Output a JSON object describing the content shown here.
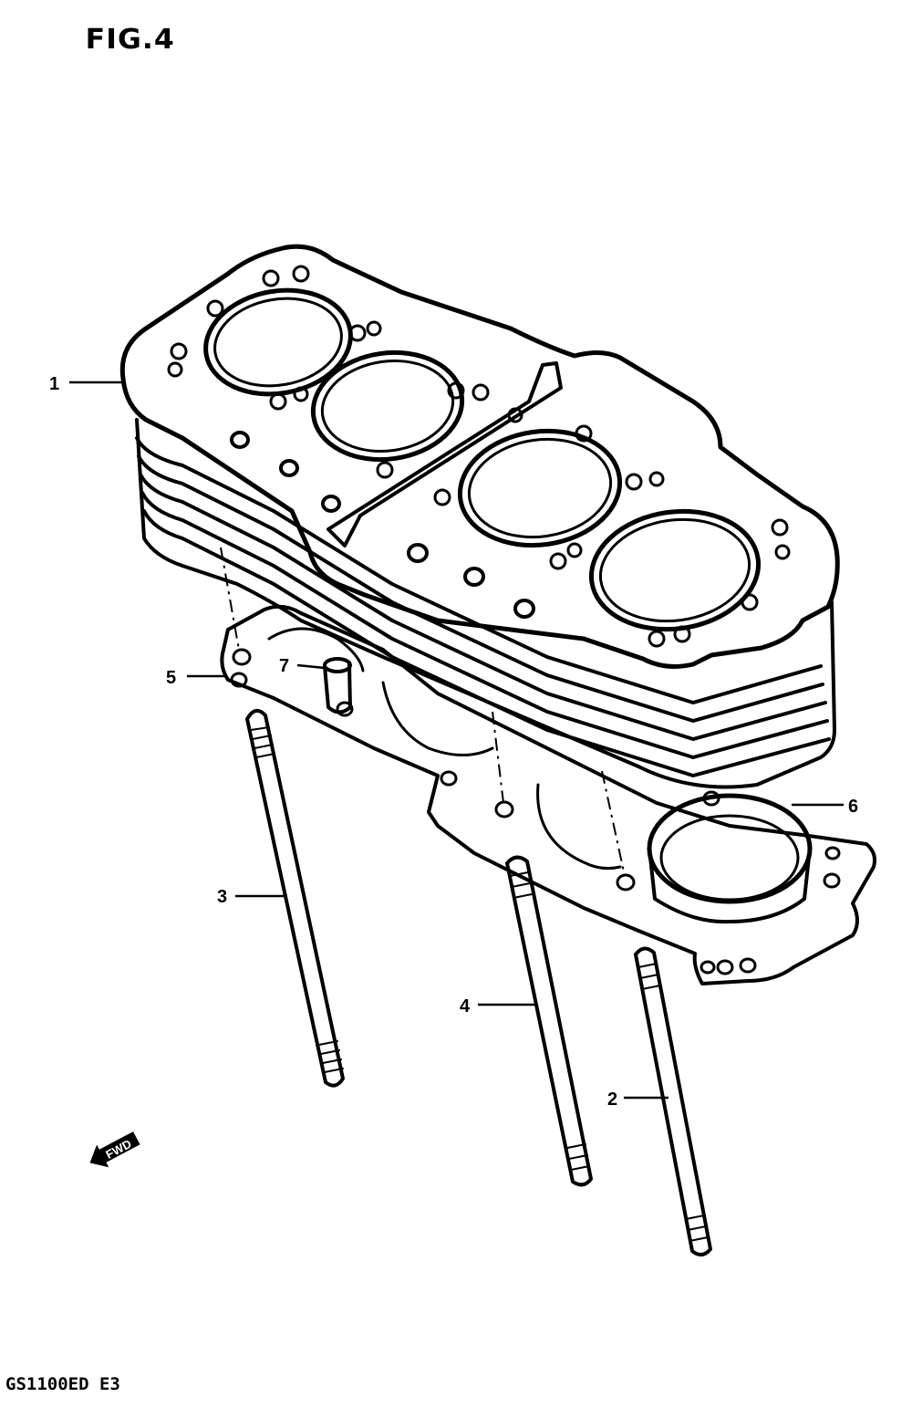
{
  "figure": {
    "title": "FIG.4"
  },
  "model": {
    "code": "GS1100ED  E3"
  },
  "callouts": [
    {
      "number": "1",
      "part": "cylinder-block"
    },
    {
      "number": "2",
      "part": "stud-long-right"
    },
    {
      "number": "3",
      "part": "stud-left"
    },
    {
      "number": "4",
      "part": "stud-middle"
    },
    {
      "number": "5",
      "part": "cylinder-base-gasket"
    },
    {
      "number": "6",
      "part": "o-ring"
    },
    {
      "number": "7",
      "part": "dowel-pin"
    }
  ],
  "direction_marker": {
    "label": "FWD",
    "icon": "fwd-arrow-icon"
  }
}
